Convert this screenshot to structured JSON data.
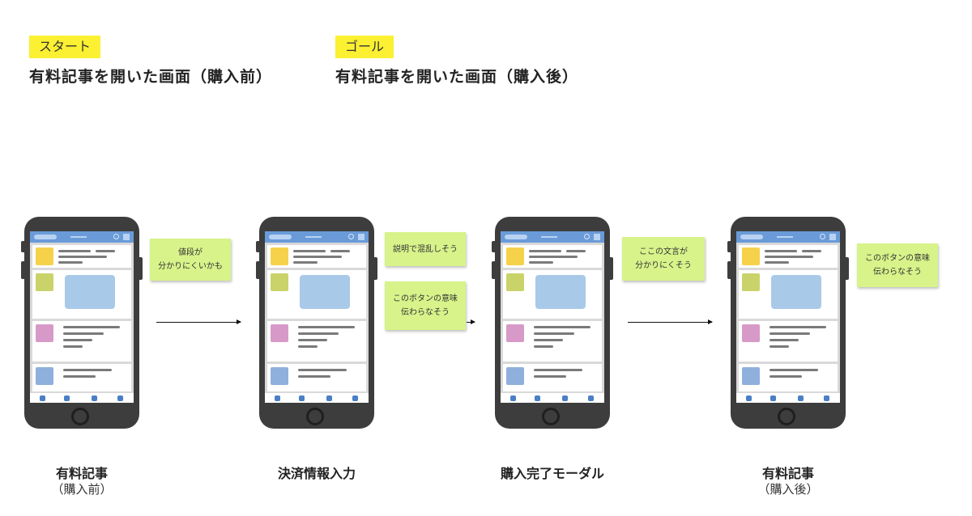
{
  "start": {
    "tag": "スタート",
    "heading": "有料記事を開いた画面（購入前）"
  },
  "goal": {
    "tag": "ゴール",
    "heading": "有料記事を開いた画面（購入後）"
  },
  "screens": [
    {
      "title": "有料記事",
      "subtitle": "（購入前）"
    },
    {
      "title": "決済情報入力",
      "subtitle": ""
    },
    {
      "title": "購入完了モーダル",
      "subtitle": ""
    },
    {
      "title": "有料記事",
      "subtitle": "（購入後）"
    }
  ],
  "notes": {
    "n1": "値段が\n分かりにくいかも",
    "n2": "説明で混乱しそう",
    "n3": "このボタンの意味\n伝わらなそう",
    "n4": "ここの文言が\n分かりにくそう",
    "n5": "このボタンの意味\n伝わらなそう"
  },
  "colors": {
    "tag": "#fbf031",
    "sticky": "#d7f38a",
    "phone": "#3d3d3d",
    "accent": "#6a9bd8"
  }
}
